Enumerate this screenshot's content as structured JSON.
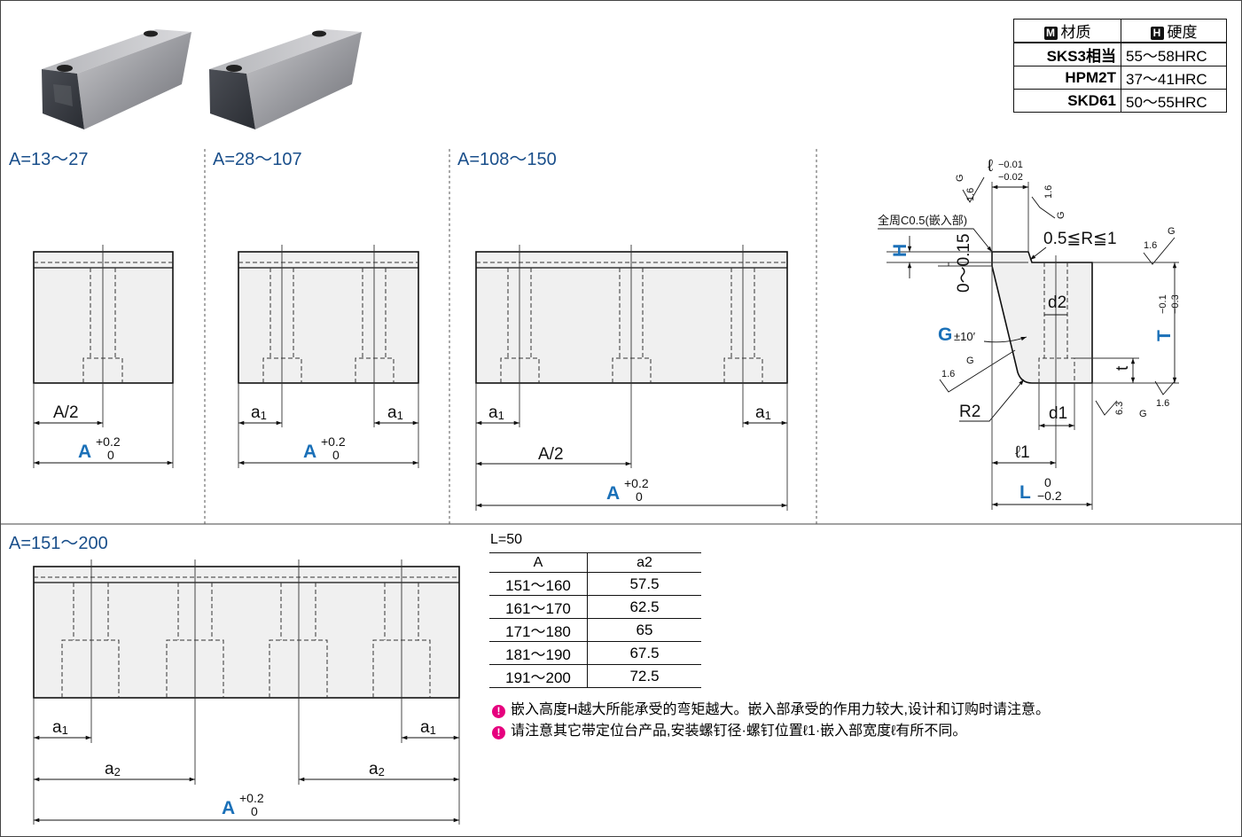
{
  "material_table": {
    "headers": [
      {
        "badge": "M",
        "label": "材质"
      },
      {
        "badge": "H",
        "label": "硬度"
      }
    ],
    "rows": [
      {
        "material": "SKS3相当",
        "hardness": "55～58HRC"
      },
      {
        "material": "HPM2T",
        "hardness": "37～41HRC"
      },
      {
        "material": "SKD61",
        "hardness": "50～55HRC"
      }
    ]
  },
  "views": {
    "v1": {
      "title": "A=13～27",
      "half": "A/2"
    },
    "v2": {
      "title": "A=28～107"
    },
    "v3": {
      "title": "A=108～150",
      "half": "A/2"
    },
    "v4": {
      "title": "A=151～200"
    }
  },
  "dims": {
    "A": "A",
    "tol_up": "+0.2",
    "tol_low": "0",
    "a": "a",
    "sub1": "1",
    "sub2": "2"
  },
  "section": {
    "l_label": "ℓ",
    "l_tol_up": "−0.01",
    "l_tol_low": "−0.02",
    "chamfer": "全周C0.5(嵌入部)",
    "radius_range": "0.5≦R≦1",
    "H": "H",
    "h_range": "0～0.15",
    "G": "G",
    "G_tol": "±10′",
    "d2": "d2",
    "d1": "d1",
    "T": "T",
    "T_tol_up": "−0.1",
    "T_tol_low": "−0.3",
    "t": "t",
    "R2": "R2",
    "l1": "ℓ1",
    "L": "L",
    "L_tol_up": "0",
    "L_tol_low": "−0.2",
    "rough_16": "1.6",
    "rough_63": "6.3",
    "rough_G": "G"
  },
  "a2_table": {
    "caption": "L=50",
    "headers": [
      "A",
      "a2"
    ],
    "rows": [
      [
        "151～160",
        "57.5"
      ],
      [
        "161～170",
        "62.5"
      ],
      [
        "171～180",
        "65"
      ],
      [
        "181～190",
        "67.5"
      ],
      [
        "191～200",
        "72.5"
      ]
    ]
  },
  "notes": [
    "嵌入高度H越大所能承受的弯矩越大。嵌入部承受的作用力较大,设计和订购时请注意。",
    "请注意其它带定位台产品,安装螺钉径·螺钉位置ℓ1·嵌入部宽度ℓ有所不同。"
  ],
  "colors": {
    "title": "#1a4f8b",
    "accent": "#1a70b8",
    "warn": "#e6007e"
  }
}
